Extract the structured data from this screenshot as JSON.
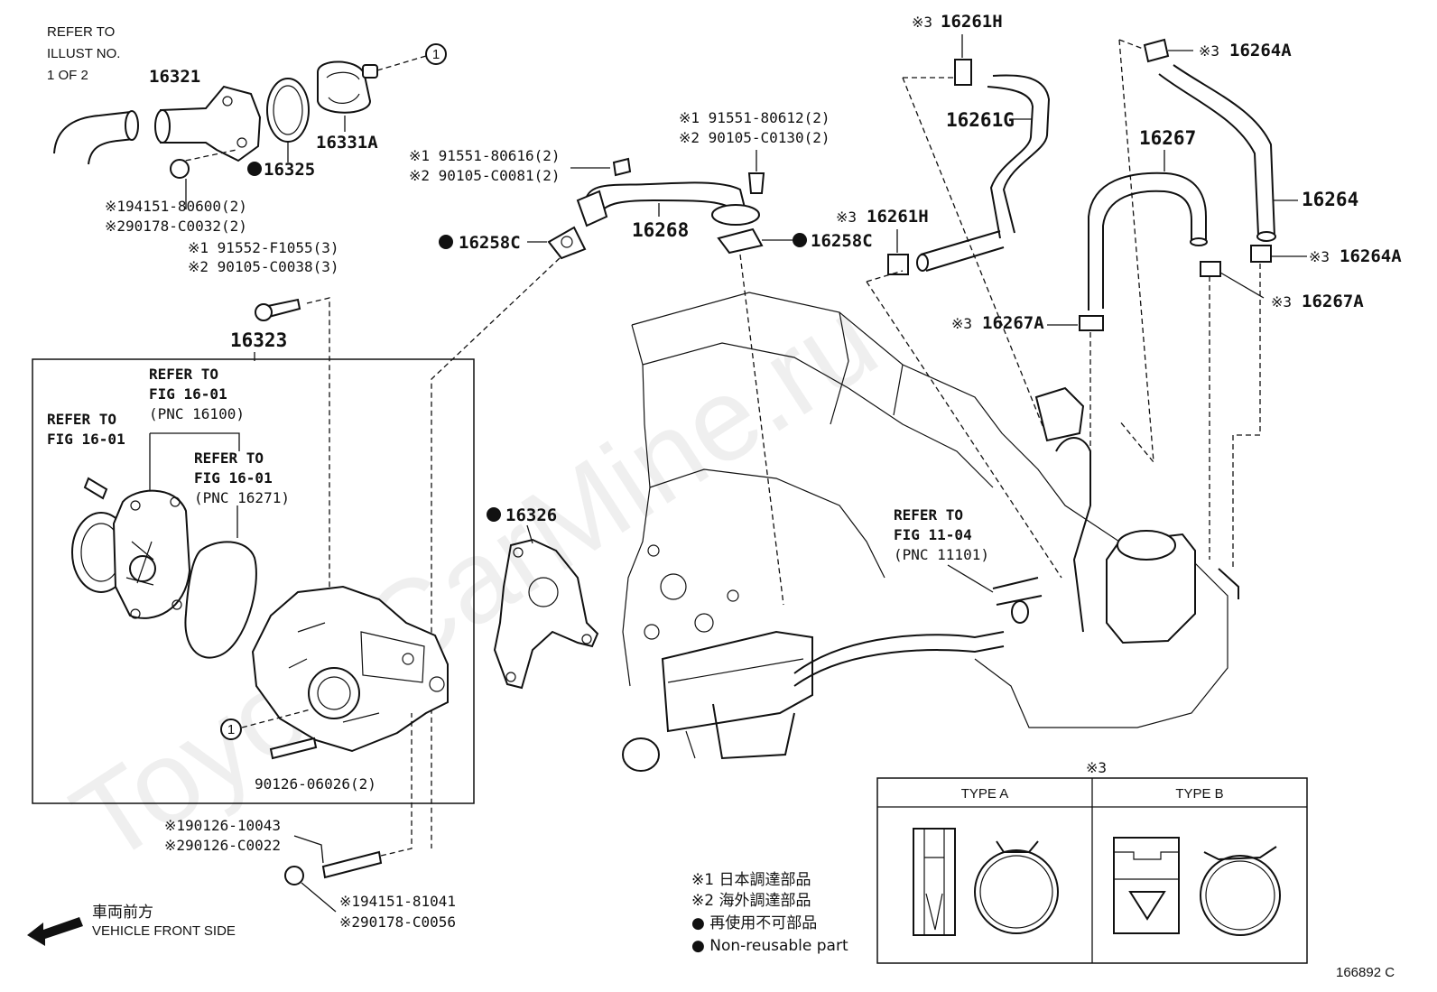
{
  "watermark": "ToyotaCarMine.ru",
  "refer_illust": [
    "REFER TO",
    "ILLUST NO.",
    "1 OF 2"
  ],
  "parts": {
    "p16321": "16321",
    "p16325": "16325",
    "p16331A": "16331A",
    "p16268": "16268",
    "p16258C_a": "16258C",
    "p16258C_b": "16258C",
    "p16261H_a": "16261H",
    "p16261H_b": "16261H",
    "p16261G": "16261G",
    "p16264A_a": "16264A",
    "p16264A_b": "16264A",
    "p16264": "16264",
    "p16267": "16267",
    "p16267A_a": "16267A",
    "p16267A_b": "16267A",
    "p16323": "16323",
    "p16326": "16326"
  },
  "bolts": {
    "b1a": "※194151-80600(2)",
    "b1b": "※290178-C0032(2)",
    "b2a": "※1 91552-F1055(3)",
    "b2b": "※2 90105-C0038(3)",
    "b3a": "※1 91551-80616(2)",
    "b3b": "※2 90105-C0081(2)",
    "b4a": "※1 91551-80612(2)",
    "b4b": "※2 90105-C0130(2)",
    "b5": "90126-06026(2)",
    "b6a": "※190126-10043",
    "b6b": "※290126-C0022",
    "b7a": "※194151-81041",
    "b7b": "※290178-C0056"
  },
  "ref_mark": "※3",
  "callout_1": "1",
  "refer_fig_a": [
    "REFER TO",
    "FIG 16-01",
    "(PNC 16100)"
  ],
  "refer_fig_b": [
    "REFER TO",
    "FIG 16-01"
  ],
  "refer_fig_c": [
    "REFER TO",
    "FIG 16-01",
    "(PNC 16271)"
  ],
  "refer_fig_d": [
    "REFER TO",
    "FIG 11-04",
    "(PNC 11101)"
  ],
  "types_box": {
    "mark": "※3",
    "type_a": "TYPE A",
    "type_b": "TYPE B"
  },
  "legend": {
    "l1": "※1 日本調達部品",
    "l2": "※2 海外調達部品",
    "l3": "● 再使用不可部品",
    "l4": "● Non-reusable part"
  },
  "front": {
    "jp": "車両前方",
    "en": "VEHICLE FRONT SIDE"
  },
  "figure_id": "166892 C"
}
